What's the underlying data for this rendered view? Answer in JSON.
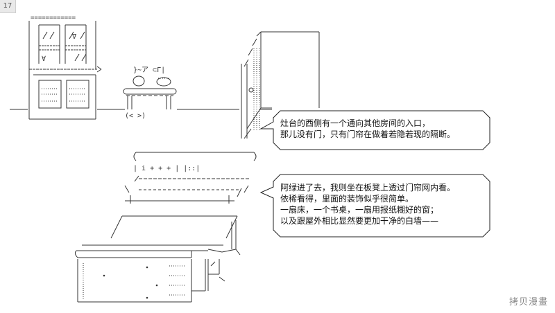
{
  "page_number": "17",
  "bubble_top": {
    "lines": [
      "灶台的西侧有一个通向其他房间的入口，",
      "那儿没有门，只有门帘在做着若隐若现的隔断。"
    ]
  },
  "bubble_bottom": {
    "lines": [
      "阿绿进了去，我则坐在板凳上透过门帘网内看。",
      "依稀看得，里面的装饰似乎很简单。",
      "一扇床，一个书桌，一扇用报纸糊好的窗；",
      "以及跟屋外相比显然要更加干净的白墙——"
    ]
  },
  "watermark": "拷贝漫畫",
  "ascii": {
    "cabinet_top": "============",
    "glyph_a": "∀",
    "glyph_b": "∇",
    "teapot": "}~ア ⊂Γ|",
    "stool_legs": "(<     >)",
    "bed_plus": "|  i   +    +    +    |  |::|"
  },
  "colors": {
    "ink": "#333333",
    "bubble_border": "#222222",
    "watermark": "#8a8a8a"
  }
}
